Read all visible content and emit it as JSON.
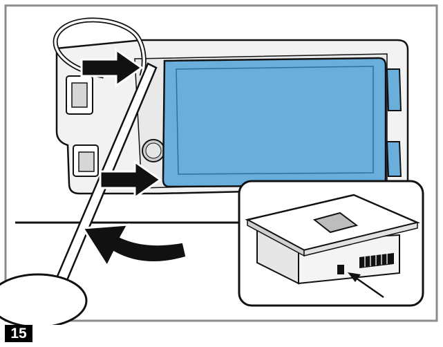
{
  "step_number": "15",
  "colors": {
    "panel_blue": "#6aaedb",
    "panel_blue_dark": "#2f6f9c",
    "housing_grey": "#e6e6e6",
    "housing_dark": "#b8b8b8",
    "outline": "#111111",
    "badge_bg": "#000000",
    "badge_text": "#ffffff"
  },
  "icons": {
    "push_arrows": "arrow-right-filled",
    "lever_arrow": "curved-arrow",
    "callout_pointer": "thin-arrow"
  }
}
